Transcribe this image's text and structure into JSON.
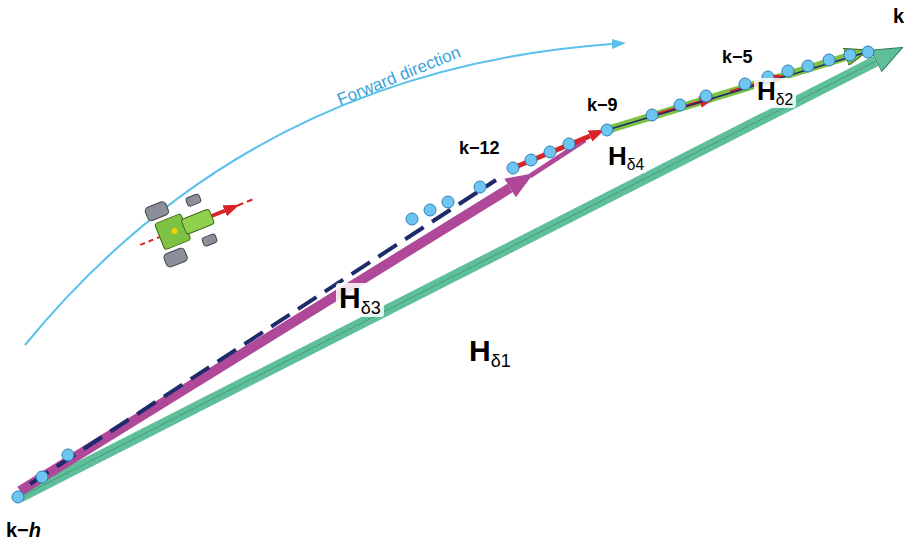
{
  "diagram": {
    "labels": [
      "Forward direction",
      "k",
      "k−5",
      "k−9",
      "k−12",
      "k−h",
      "Hδ3",
      "Hδ1",
      "Hδ4",
      "Hδ2"
    ]
  }
}
